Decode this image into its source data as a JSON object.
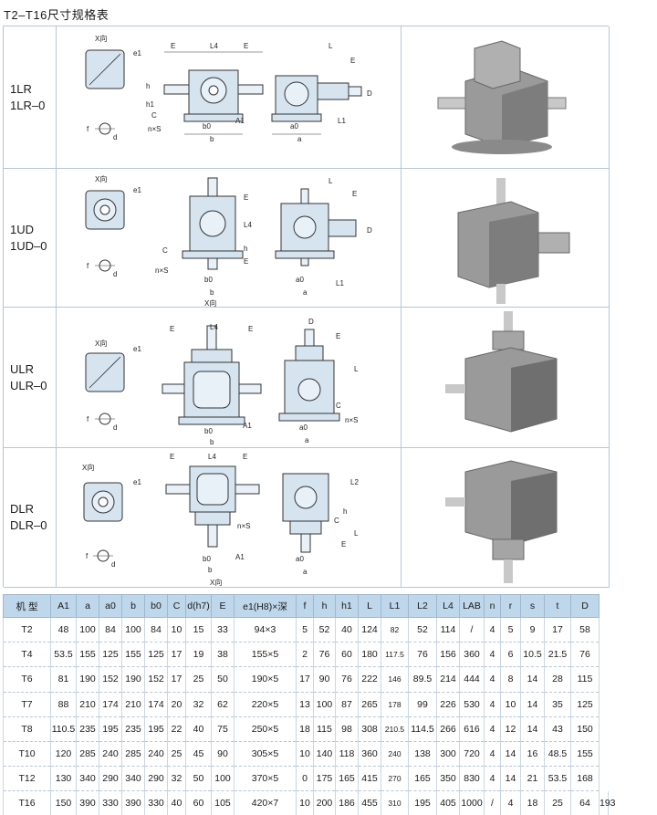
{
  "title": "T2–T16尺寸规格表",
  "drawing_rows": [
    {
      "type_lines": [
        "1LR",
        "1LR–0"
      ]
    },
    {
      "type_lines": [
        "1UD",
        "1UD–0"
      ]
    },
    {
      "type_lines": [
        "ULR",
        "ULR–0"
      ]
    },
    {
      "type_lines": [
        "DLR",
        "DLR–0"
      ]
    }
  ],
  "labels": {
    "x_view": "X向",
    "e1": "e1",
    "E": "E",
    "L4": "L4",
    "L": "L",
    "D": "D",
    "h": "h",
    "h1": "h1",
    "C": "C",
    "f": "f",
    "d": "d",
    "nxs": "n×S",
    "b0": "b0",
    "b": "b",
    "a0": "a0",
    "a": "a",
    "A1": "A1",
    "L1": "L1",
    "L2": "L2",
    "E_side": "E"
  },
  "table": {
    "headers": [
      "机 型",
      "A1",
      "a",
      "a0",
      "b",
      "b0",
      "C",
      "d(h7)",
      "E",
      "e1(H8)×深",
      "f",
      "h",
      "h1",
      "L",
      "L1",
      "L2",
      "L4",
      "LAB",
      "n",
      "r",
      "s",
      "t",
      "D"
    ],
    "rows": [
      [
        "T2",
        "48",
        "100",
        "84",
        "100",
        "84",
        "10",
        "15",
        "33",
        "94×3",
        "5",
        "52",
        "40",
        "124",
        "82",
        "52",
        "114",
        "/",
        "4",
        "5",
        "9",
        "17",
        "58"
      ],
      [
        "T4",
        "53.5",
        "155",
        "125",
        "155",
        "125",
        "17",
        "19",
        "38",
        "155×5",
        "2",
        "76",
        "60",
        "180",
        "117.5",
        "76",
        "156",
        "360",
        "4",
        "6",
        "10.5",
        "21.5",
        "76"
      ],
      [
        "T6",
        "81",
        "190",
        "152",
        "190",
        "152",
        "17",
        "25",
        "50",
        "190×5",
        "17",
        "90",
        "76",
        "222",
        "146",
        "89.5",
        "214",
        "444",
        "4",
        "8",
        "14",
        "28",
        "115"
      ],
      [
        "T7",
        "88",
        "210",
        "174",
        "210",
        "174",
        "20",
        "32",
        "62",
        "220×5",
        "13",
        "100",
        "87",
        "265",
        "178",
        "99",
        "226",
        "530",
        "4",
        "10",
        "14",
        "35",
        "125"
      ],
      [
        "T8",
        "110.5",
        "235",
        "195",
        "235",
        "195",
        "22",
        "40",
        "75",
        "250×5",
        "18",
        "115",
        "98",
        "308",
        "210.5",
        "114.5",
        "266",
        "616",
        "4",
        "12",
        "14",
        "43",
        "150"
      ],
      [
        "T10",
        "120",
        "285",
        "240",
        "285",
        "240",
        "25",
        "45",
        "90",
        "305×5",
        "10",
        "140",
        "118",
        "360",
        "240",
        "138",
        "300",
        "720",
        "4",
        "14",
        "16",
        "48.5",
        "155"
      ],
      [
        "T12",
        "130",
        "340",
        "290",
        "340",
        "290",
        "32",
        "50",
        "100",
        "370×5",
        "0",
        "175",
        "165",
        "415",
        "270",
        "165",
        "350",
        "830",
        "4",
        "14",
        "21",
        "53.5",
        "168"
      ],
      [
        "T16",
        "150",
        "390",
        "330",
        "390",
        "330",
        "40",
        "60",
        "105",
        "420×7",
        "10",
        "200",
        "186",
        "455",
        "310",
        "195",
        "405",
        "1000",
        "/",
        "4",
        "18",
        "25",
        "64",
        "193"
      ]
    ]
  },
  "colors": {
    "header_bg": "#bfd7ea",
    "gearbox_fill": "#d6e4f0",
    "grid_line": "#b5c6d6"
  }
}
